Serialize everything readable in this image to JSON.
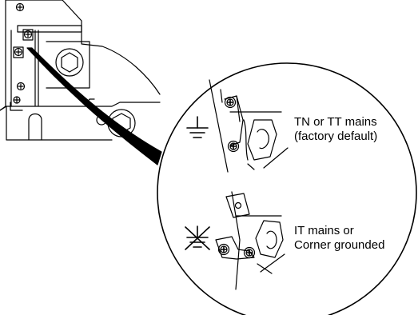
{
  "labels": {
    "tn_tt_line1": "TN or TT mains",
    "tn_tt_line2": "(factory default)",
    "it_line1": "IT mains or",
    "it_line2": "Corner grounded"
  },
  "icons": {
    "ground": "ground-symbol-icon",
    "no_ground": "disconnected-ground-icon",
    "screw": "screw-icon"
  },
  "colors": {
    "line": "#000000",
    "background": "#ffffff"
  }
}
